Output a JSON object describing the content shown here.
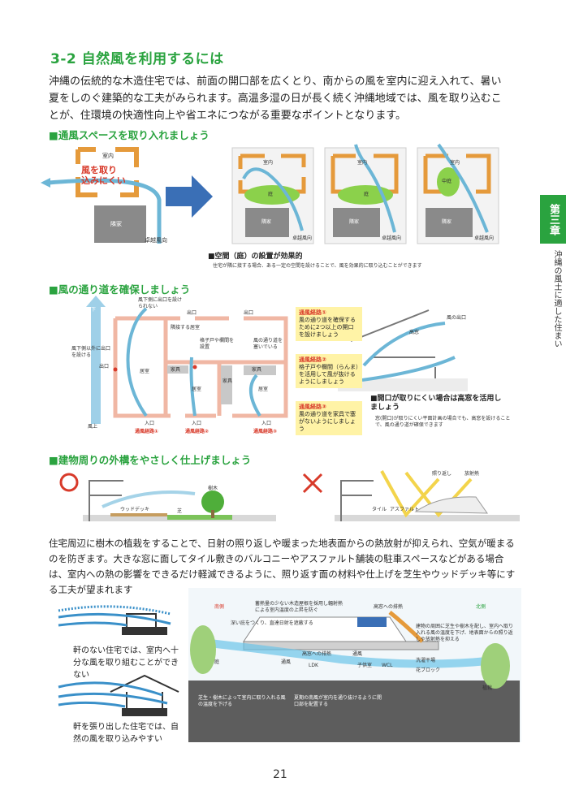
{
  "header": {
    "title": "3-2 自然風を利用するには",
    "intro": "沖縄の伝統的な木造住宅では、前面の開口部を広くとり、南からの風を室内に迎え入れて、暑い夏をしのぐ建築的な工夫がみられます。高温多湿の日が長く続く沖縄地域では、風を取り込むことが、住環境の快適性向上や省エネにつながる重要なポイントとなります。"
  },
  "chapter": {
    "tab": "第三章",
    "subtitle": "沖縄の風土に適した住まい"
  },
  "section1": {
    "heading": "■通風スペースを取り入れましょう",
    "bad": {
      "room": "室内",
      "warning_line1": "風を取り",
      "warning_line2": "込みにくい",
      "neighbor": "隣家",
      "wind": "卓越風向"
    },
    "panels": [
      {
        "room": "室内",
        "garden": "庭",
        "neighbor": "隣家",
        "wind": "卓越風向"
      },
      {
        "room": "室内",
        "garden": "庭",
        "neighbor": "隣家",
        "wind": "卓越風向"
      },
      {
        "room": "室内",
        "garden": "中庭",
        "neighbor": "隣家",
        "wind": "卓越風向"
      }
    ],
    "caption_title": "■空間（庭）の設置が効果的",
    "caption_text": "住宅が隣に接する場合、ある一定の空間を設けることで、風を効果的に取り込むことができます"
  },
  "section2": {
    "heading": "■風の通り道を確保しましょう",
    "plan": {
      "kazashimo": "風下",
      "kazakami": "風上",
      "note_top": "風下側に出口を設けられない",
      "note_left": "風下側以外に出口を設ける",
      "exit1": "出口",
      "exit2": "出口",
      "exit3": "出口",
      "exit_left": "出口",
      "room_adjacent": "隣接する居室",
      "note_door": "格子戸や欄間を設置",
      "note_path": "風の通り道を塞いでいる",
      "furniture1": "家具",
      "furniture2": "家具",
      "furniture3": "家具",
      "living1": "居室",
      "living2": "居室",
      "living3": "居室",
      "entry1": "入口",
      "entry2": "入口",
      "entry3": "入口",
      "route1": "通風経路①",
      "route2": "通風経路②",
      "route3": "通風経路③"
    },
    "notes": [
      {
        "title": "通風経路①",
        "text": "風の通り道を確保するために2つ以上の開口を設けましょう"
      },
      {
        "title": "通風経路②",
        "text": "格子戸や欄間（らんま）を活用して風が抜けるようにしましょう"
      },
      {
        "title": "通風経路③",
        "text": "風の通り道を家具で塞がないようにしましょう"
      }
    ],
    "section": {
      "exit": "風の出口",
      "high_window": "高窓",
      "caption_title": "■開口が取りにくい場合は高窓を活用しましょう",
      "caption_text": "窓(開口)が取りにくい平面計画の場合でも、高窓を設けることで、風の通り道が確保できます"
    }
  },
  "section3": {
    "heading": "■建物周りの外構をやさしく仕上げましょう",
    "good_symbol": "○",
    "bad_symbol": "×",
    "good_labels": {
      "deck": "ウッドデッキ",
      "grass": "芝",
      "tree": "樹木"
    },
    "bad_labels": {
      "tile": "タイル",
      "asphalt": "アスファルト",
      "reflect": "照り返し",
      "heat": "放射熱"
    },
    "paragraph": "住宅周辺に樹木の植栽をすることで、日射の照り返しや暖まった地表面からの熱放射が抑えられ、空気が暖まるのを防ぎます。大きな窓に面してタイル敷きのバルコニーやアスファルト舗装の駐車スペースなどがある場合は、室内への熱の影響をできるだけ軽減できるように、照り返す面の材料や仕上げを芝生やウッドデッキ等にする工夫が望まれます"
  },
  "section4": {
    "caption1": "軒のない住宅では、室内へ十分な風を取り組むことができない",
    "caption2": "軒を張り出した住宅では、自然の風を取り込みやすい",
    "illus": {
      "south": "南側",
      "north": "北側",
      "roof_note": "蓄熱量の少ない木造屋根を採用し輻射熱による室内温度の上昇を防ぐ",
      "eaves_note": "深い庇をつくり、直達日射を遮蔽する",
      "vent_top": "高窓への排熱",
      "vent_mid": "高窓への排熱",
      "garden": "庭",
      "ventilate1": "通風",
      "ventilate2": "通風",
      "ldk": "LDK",
      "kids": "子供室",
      "wcl": "WCL",
      "tree_note": "建物の周囲に芝生や樹木を配し、室内へ取り入れる風の温度を下げ、地表面からの照り返しや放射熱を抑える",
      "fan": "洗濯干場",
      "block": "花ブロック",
      "lawn_note": "芝生・樹木によって室内に取り入れる風の温度を下げる",
      "window_note": "夏期の南風が室内を通り抜けるように開口部を配置する",
      "planting": "植栽"
    }
  },
  "page_number": "21"
}
